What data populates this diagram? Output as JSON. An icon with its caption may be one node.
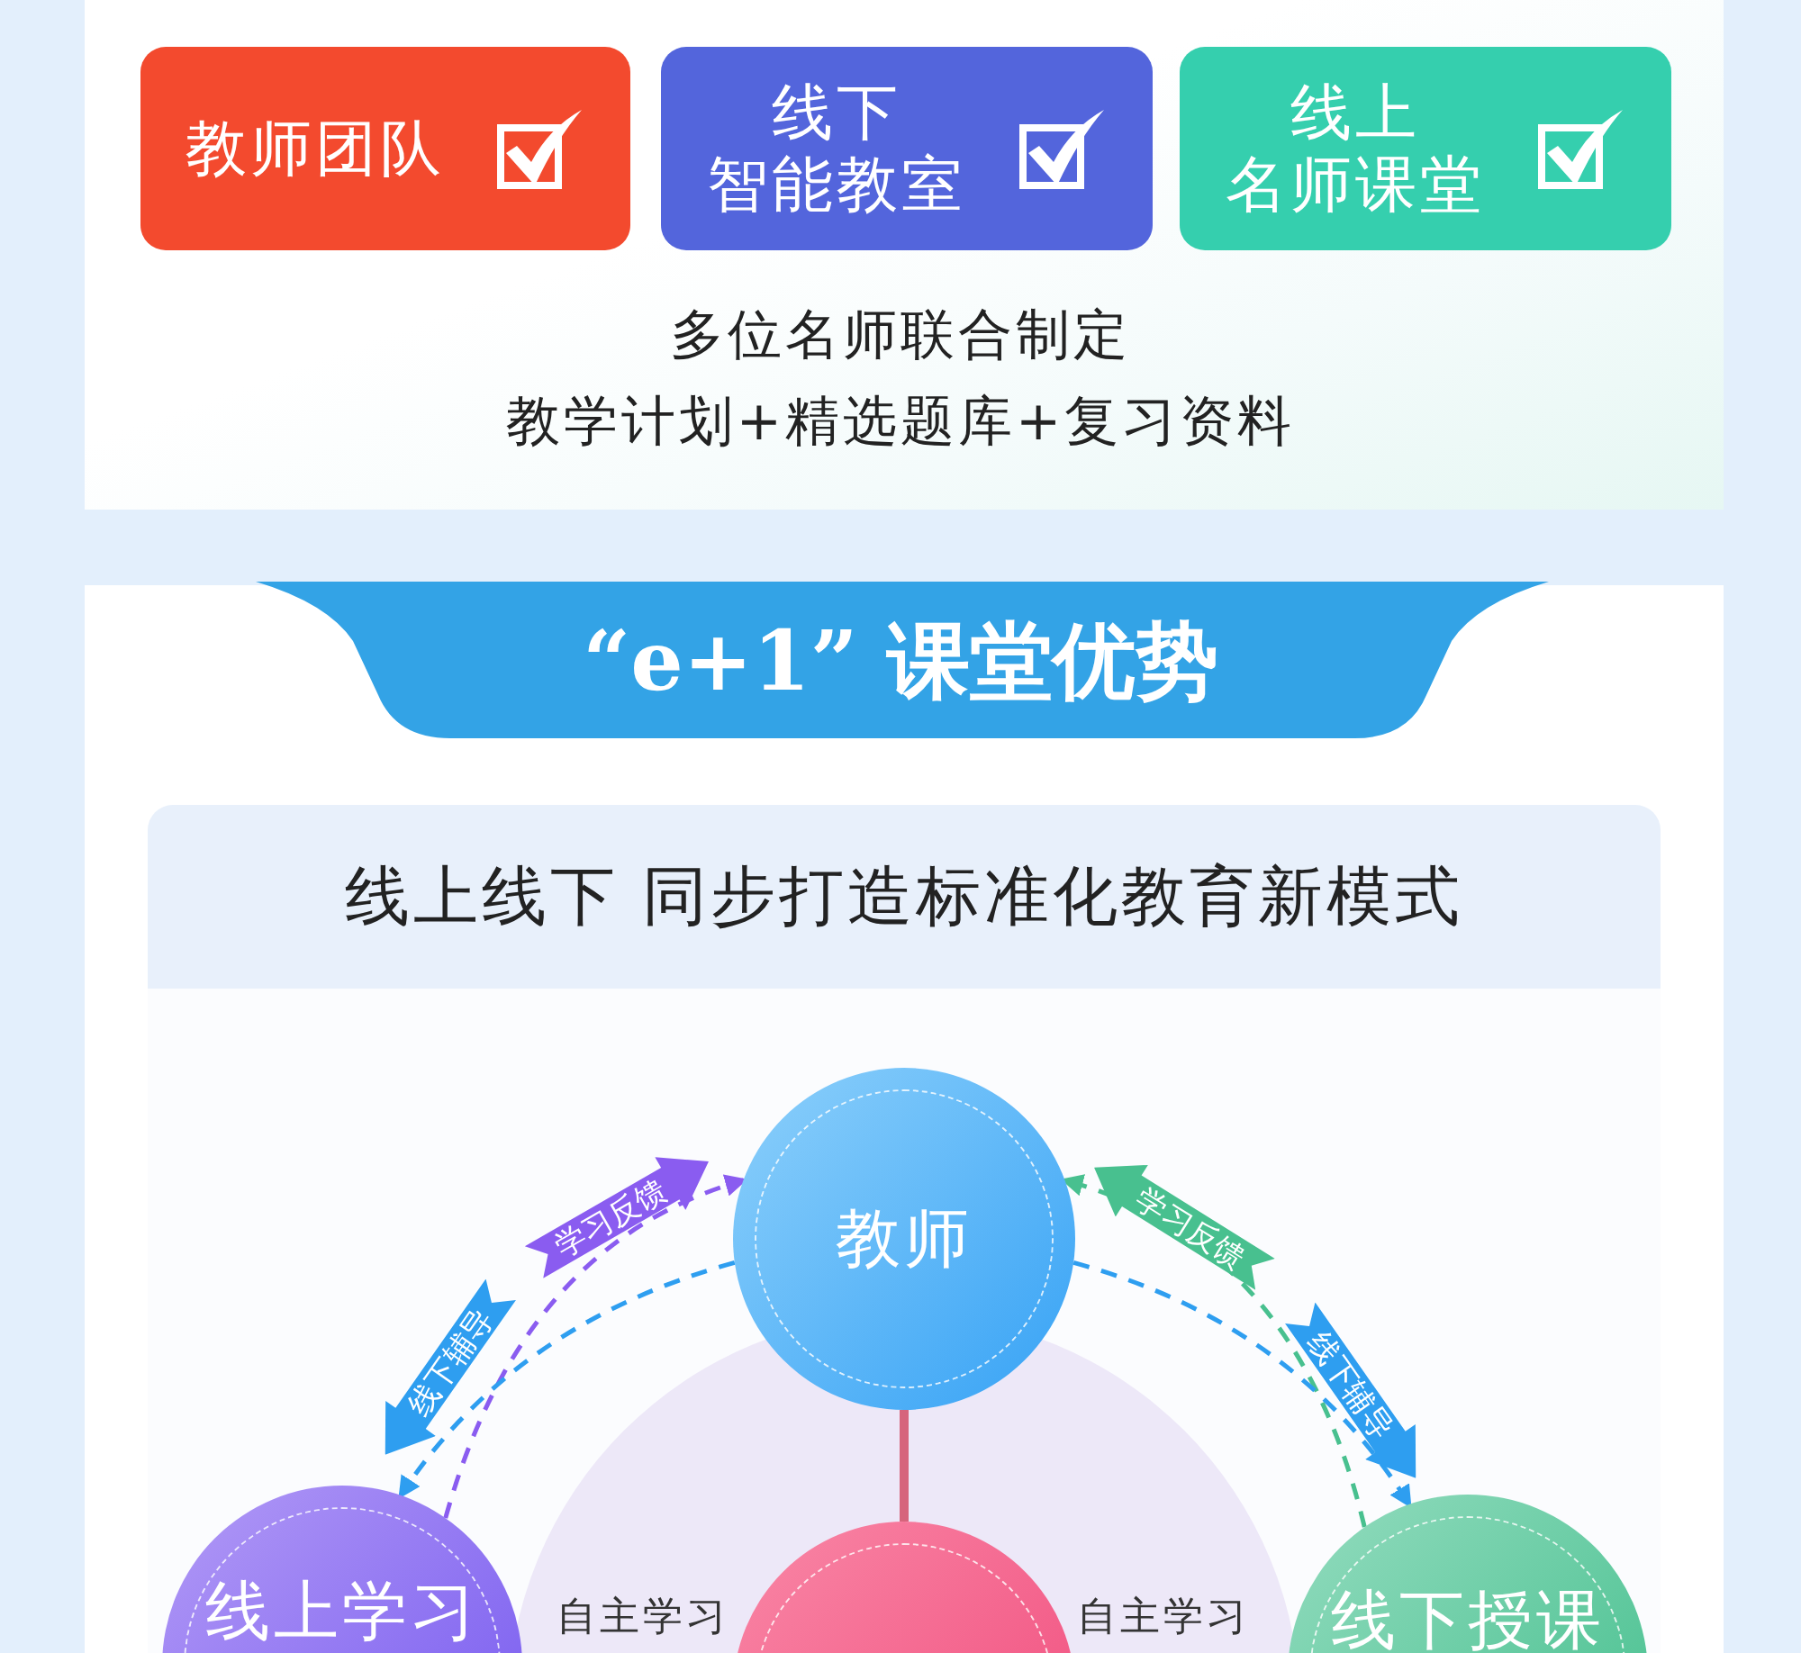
{
  "diagram": {
    "title": "“e+1” 课堂优势",
    "nodes": [
      {
        "text": [
          "教师团队"
        ]
      },
      {
        "text": [
          "线下",
          "智能教室"
        ]
      },
      {
        "text": [
          "线上",
          "名师课堂"
        ]
      },
      {
        "text": [
          "线上线下 同步打造标准化教育新模式"
        ]
      },
      {
        "text": [
          "教师"
        ]
      },
      {
        "text": [
          "线上学习"
        ]
      },
      {
        "text": [],
        "shape": "circle"
      },
      {
        "text": [
          "线下授课"
        ]
      }
    ],
    "edges": [
      {
        "from": 5,
        "to": 4,
        "arrow": "to",
        "label": "学习反馈",
        "style": "dashed",
        "color": "#8a5cf0"
      },
      {
        "from": 4,
        "to": 5,
        "arrow": "to",
        "label": "线下辅导",
        "style": "dashed",
        "color": "#2e9ef0"
      },
      {
        "from": 7,
        "to": 4,
        "arrow": "to",
        "label": "学习反馈",
        "style": "dashed",
        "color": "#48c08f"
      },
      {
        "from": 4,
        "to": 7,
        "arrow": "to",
        "label": "线下辅导",
        "style": "dashed",
        "color": "#2e9ef0"
      },
      {
        "from": 4,
        "to": 6,
        "arrow": "none",
        "style": "thick",
        "color": "#d6647c"
      }
    ],
    "labels": [
      "多位名师联合制定",
      "教学计划+精选题库+复习资料",
      "自主学习",
      "自主学习"
    ]
  }
}
